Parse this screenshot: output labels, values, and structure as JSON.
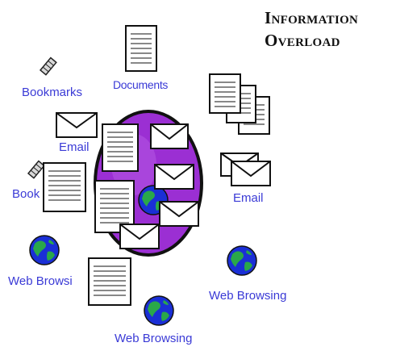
{
  "title": {
    "line1": "Information",
    "line2": "Overload"
  },
  "labels": {
    "bookmarks": "Bookmarks",
    "bookmarks_clipped": "Book",
    "documents": "Documents",
    "email_left": "Email",
    "email_right": "Email",
    "web_browsing_left": "Web Browsi",
    "web_browsing_right": "Web Browsing",
    "web_browsing_bottom": "Web Browsing"
  },
  "icons": {
    "document": "document-icon",
    "envelope": "envelope-icon",
    "globe": "globe-icon",
    "bookmark": "bookmark-pin-icon",
    "center_blob": "purple-blob"
  },
  "colors": {
    "label_text": "#3a3ad6",
    "blob_fill": "#9b2fd3",
    "ocean": "#1a2fd6",
    "land": "#2aa84a",
    "ink": "#111111"
  }
}
